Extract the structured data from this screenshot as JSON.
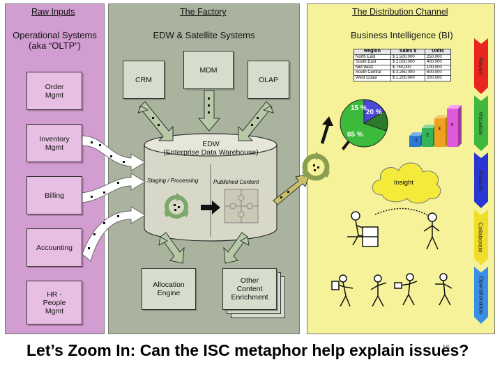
{
  "raw_inputs": {
    "header": "Raw Inputs",
    "subtitle_line1": "Operational Systems",
    "subtitle_line2": "(aka “OLTP”)",
    "systems": [
      {
        "line1": "Order",
        "line2": "Mgmt",
        "line3": ""
      },
      {
        "line1": "Inventory",
        "line2": "Mgmt",
        "line3": ""
      },
      {
        "line1": "Billing",
        "line2": "",
        "line3": ""
      },
      {
        "line1": "Accounting",
        "line2": "",
        "line3": ""
      },
      {
        "line1": "HR -",
        "line2": "People",
        "line3": "Mgmt"
      }
    ]
  },
  "factory": {
    "header": "The Factory",
    "subtitle": "EDW & Satellite Systems",
    "crm": "CRM",
    "mdm": "MDM",
    "olap": "OLAP",
    "edw_line1": "EDW",
    "edw_line2": "(Enterprise Data Warehouse)",
    "staging": "Staging / Processing",
    "published": "Published Content",
    "allocation": {
      "line1": "Allocation",
      "line2": "Engine"
    },
    "other": {
      "line1": "Other",
      "line2": "Content",
      "line3": "Enrichment"
    }
  },
  "distribution": {
    "header": "The Distribution Channel",
    "subtitle": "Business Intelligence (BI)",
    "table_headers": [
      "Region",
      "Sales $",
      "Units"
    ],
    "table_rows": [
      [
        "North East",
        "$ 1,500,000",
        "250,000"
      ],
      [
        "South East",
        "$ 2,000,000",
        "400,000"
      ],
      [
        "Mid West",
        "$ 750,000",
        "100,000"
      ],
      [
        "South Central",
        "$ 3,250,000",
        "600,000"
      ],
      [
        "West Coast",
        "$ 1,200,000",
        "200,000"
      ]
    ],
    "pie_labels": {
      "a": "15 %",
      "b": "20 %",
      "c": "65 %"
    },
    "bar_labels": [
      "1",
      "2",
      "3",
      "4"
    ],
    "insight": "Insight",
    "tabs": [
      "Report",
      "Visualize",
      "Analyze",
      "Collaborate",
      "Operationalize"
    ],
    "tab_colors": [
      "#e8261f",
      "#3fb93d",
      "#2a36d4",
      "#f0de2a",
      "#3a8ee8"
    ]
  },
  "colors": {
    "raw_inputs_bg": "#d29dd0",
    "factory_bg": "#a9b39d",
    "distribution_bg": "#f5f299"
  },
  "footer": {
    "text": "Let’s Zoom In:  Can the ISC metaphor help explain issues?",
    "page_number": "16"
  }
}
